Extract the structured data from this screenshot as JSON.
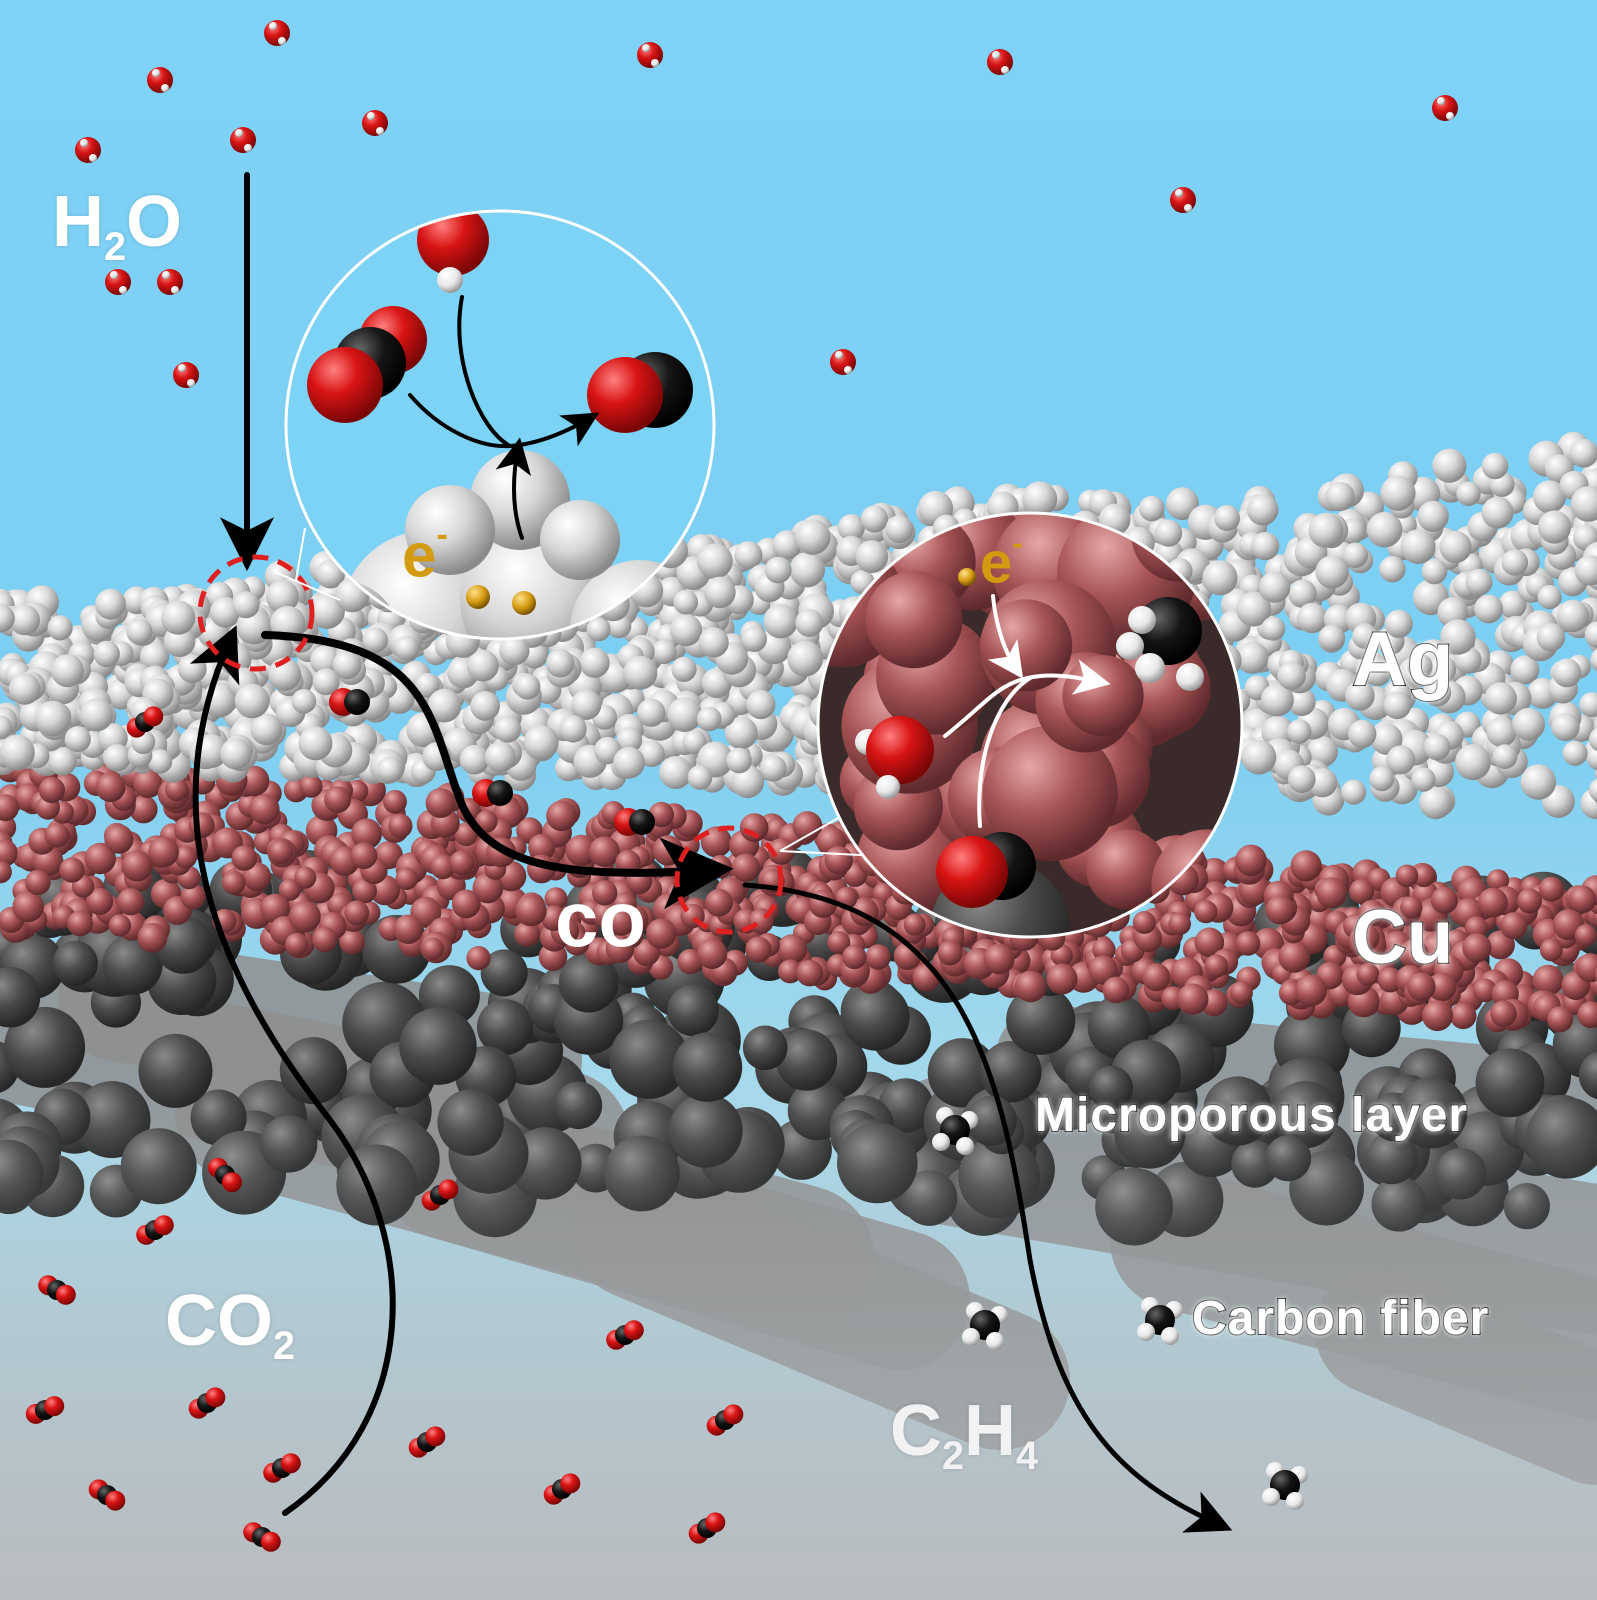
{
  "labels": {
    "h2o": "H",
    "h2o_sub": "2",
    "h2o_tail": "O",
    "co2": "CO",
    "co2_sub": "2",
    "co": "co",
    "c2h4_c": "C",
    "c2h4_sub1": "2",
    "c2h4_h": "H",
    "c2h4_sub2": "4",
    "electron_1": "e",
    "electron_1_sup": "-",
    "electron_2": "e",
    "electron_2_sup": "-"
  },
  "layers": {
    "ag": "Ag",
    "cu": "Cu",
    "microporous": "Microporous layer",
    "carbon_fiber": "Carbon fiber"
  },
  "colors": {
    "sky": "#7dd3f5",
    "ag_atom": "#d8d8d8",
    "cu_atom": "#a8585a",
    "mpl_atom": "#4a4a4a",
    "fiber": "#9a9a9a",
    "oxygen": "#d21414",
    "carbon": "#111111",
    "hydrogen": "#f2f2f2",
    "electron": "#d49a10",
    "dashed_circle": "#e02020"
  }
}
